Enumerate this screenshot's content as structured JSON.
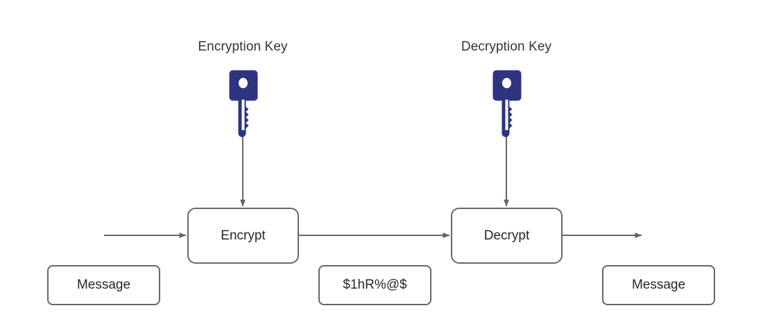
{
  "diagram": {
    "title": "symmetric-encryption-flow",
    "colors": {
      "key_fill": "#2E3480",
      "key_hole": "#ffffff",
      "stroke": "#666666",
      "text": "#262626",
      "label_text": "#333333",
      "background": "#ffffff"
    },
    "labels": {
      "encryption_key": "Encryption Key",
      "decryption_key": "Decryption Key"
    },
    "processes": {
      "encrypt": "Encrypt",
      "decrypt": "Decrypt"
    },
    "data": {
      "plaintext_in": "Message",
      "ciphertext": "$1hR%@$",
      "plaintext_out": "Message"
    },
    "icons": {
      "encryption_key_icon": "key-icon",
      "decryption_key_icon": "key-icon"
    },
    "arrows": {
      "input_arrow": "arrow-right",
      "encrypt_to_decrypt_arrow": "arrow-right",
      "output_arrow": "arrow-right",
      "encryption_key_arrow": "arrow-down",
      "decryption_key_arrow": "arrow-down"
    }
  }
}
